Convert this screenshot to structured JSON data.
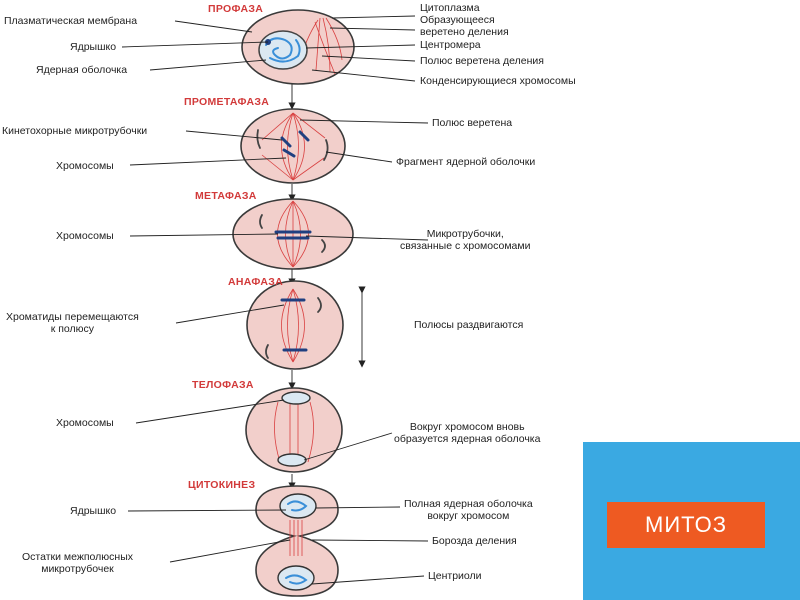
{
  "phases": {
    "prophase": "ПРОФАЗА",
    "prometaphase": "ПРОМЕТАФАЗА",
    "metaphase": "МЕТАФАЗА",
    "anaphase": "АНАФАЗА",
    "telophase": "ТЕЛОФАЗА",
    "cytokinesis": "ЦИТОКИНЕЗ"
  },
  "labels": {
    "plasma_membrane": "Плазматическая мембрана",
    "nucleolus": "Ядрышко",
    "nuclear_envelope": "Ядерная оболочка",
    "cytoplasm": "Цитоплазма",
    "forming_spindle": "Образующееся\nверетено деления",
    "centromere": "Центромера",
    "spindle_pole": "Полюс веретена деления",
    "condensing_chromosomes": "Конденсирующиеся хромосомы",
    "kinetochore_microtubules": "Кинетохорные микротрубочки",
    "chromosomes_prometa": "Хромосомы",
    "spindle_pole_2": "Полюс веретена",
    "nuclear_envelope_fragment": "Фрагмент ядерной оболочки",
    "chromosomes_meta": "Хромосомы",
    "microtubules_linked": "Микротрубочки,\nсвязанные с хромосомами",
    "chromatids_moving": "Хроматиды перемещаются\nк полюсу",
    "poles_separate": "Полюсы раздвигаются",
    "chromosomes_telo": "Хромосомы",
    "envelope_reforms": "Вокруг хромосом вновь\nобразуется ядерная оболочка",
    "nucleolus_2": "Ядрышко",
    "full_envelope": "Полная ядерная оболочка\nвокруг хромосом",
    "interpolar_remnants": "Остатки межполюсных\nмикротрубочек",
    "cleavage_furrow": "Борозда деления",
    "centrioles": "Центриоли"
  },
  "title": "МИТОЗ",
  "colors": {
    "cell_fill": "#f2cfcb",
    "spindle": "#d94040",
    "chromosome": "#1f3f80",
    "phase_title": "#d23a3a",
    "panel": "#3aa9e2",
    "title_box": "#ee5a22"
  }
}
